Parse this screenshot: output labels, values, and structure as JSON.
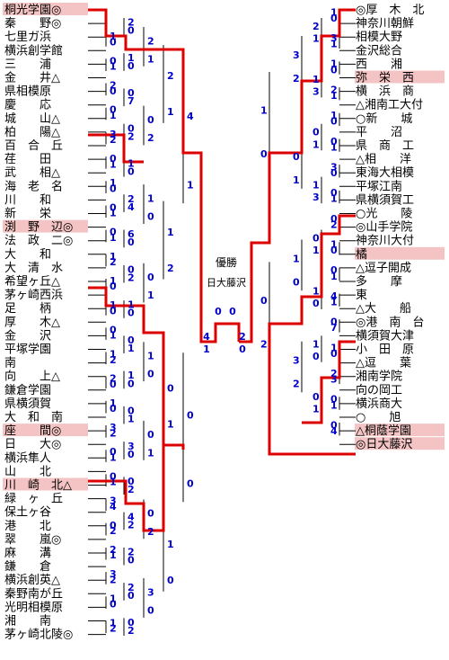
{
  "left_teams": [
    {
      "name": "桐光学園◎",
      "highlight": true
    },
    {
      "name": "秦　　野◎",
      "highlight": false
    },
    {
      "name": "七里ガ浜",
      "highlight": false
    },
    {
      "name": "横浜創学館",
      "highlight": false
    },
    {
      "name": "三　　浦",
      "highlight": false
    },
    {
      "name": "金　　井△",
      "highlight": false
    },
    {
      "name": "県相模原",
      "highlight": false
    },
    {
      "name": "慶　　応",
      "highlight": false
    },
    {
      "name": "城　　山△",
      "highlight": false
    },
    {
      "name": "柏　　陽△",
      "highlight": false
    },
    {
      "name": "百　合　丘",
      "highlight": false
    },
    {
      "name": "荏　　田",
      "highlight": false
    },
    {
      "name": "武　　相△",
      "highlight": false
    },
    {
      "name": "海　老　名",
      "highlight": false
    },
    {
      "name": "川　　和",
      "highlight": false
    },
    {
      "name": "新　　栄",
      "highlight": false
    },
    {
      "name": "渕　野　辺◎",
      "highlight": true
    },
    {
      "name": "法　政　二◎",
      "highlight": false
    },
    {
      "name": "大　　和",
      "highlight": false
    },
    {
      "name": "大　清　水",
      "highlight": false
    },
    {
      "name": "希望ヶ丘△",
      "highlight": false
    },
    {
      "name": "茅ヶ崎西浜",
      "highlight": false
    },
    {
      "name": "足　　柄",
      "highlight": false
    },
    {
      "name": "厚　　木△",
      "highlight": false
    },
    {
      "name": "金　　沢",
      "highlight": false
    },
    {
      "name": "平塚学園",
      "highlight": false
    },
    {
      "name": "南",
      "highlight": false
    },
    {
      "name": "向　　上△",
      "highlight": false
    },
    {
      "name": "鎌倉学園",
      "highlight": false
    },
    {
      "name": "県横須賀",
      "highlight": false
    },
    {
      "name": "大　和　南",
      "highlight": false
    },
    {
      "name": "座　　間◎",
      "highlight": true
    },
    {
      "name": "日　　大◎",
      "highlight": false
    },
    {
      "name": "横浜隼人",
      "highlight": false
    },
    {
      "name": "山　　北",
      "highlight": false
    },
    {
      "name": "川　崎　北△",
      "highlight": true
    },
    {
      "name": "緑　ヶ　丘",
      "highlight": false
    },
    {
      "name": "保土ヶ谷",
      "highlight": false
    },
    {
      "name": "港　　北",
      "highlight": false
    },
    {
      "name": "翠　　嵐◎",
      "highlight": false
    },
    {
      "name": "麻　　溝",
      "highlight": false
    },
    {
      "name": "鎌　　倉",
      "highlight": false
    },
    {
      "name": "横浜創英△",
      "highlight": false
    },
    {
      "name": "秦野南が丘",
      "highlight": false
    },
    {
      "name": "光明相模原",
      "highlight": false
    },
    {
      "name": "湘　　南",
      "highlight": false
    },
    {
      "name": "茅ヶ崎北陵◎",
      "highlight": false
    }
  ],
  "right_teams": [
    {
      "name": "◎厚　木　北",
      "highlight": false
    },
    {
      "name": "神奈川朝鮮",
      "highlight": false
    },
    {
      "name": "相模大野",
      "highlight": false
    },
    {
      "name": "金沢総合",
      "highlight": false
    },
    {
      "name": "西　　湘",
      "highlight": false
    },
    {
      "name": "弥　栄　西",
      "highlight": true
    },
    {
      "name": "横　浜　商",
      "highlight": false
    },
    {
      "name": "△湘南工大付",
      "highlight": false
    },
    {
      "name": "○新　　城",
      "highlight": false
    },
    {
      "name": "平　　沼",
      "highlight": false
    },
    {
      "name": "県　商　工",
      "highlight": false
    },
    {
      "name": "△相　　洋",
      "highlight": false
    },
    {
      "name": "東海大相模",
      "highlight": false
    },
    {
      "name": "平塚江南",
      "highlight": false
    },
    {
      "name": "県横須賀工",
      "highlight": false
    },
    {
      "name": "○光　　陵",
      "highlight": false
    },
    {
      "name": "◎山手学院",
      "highlight": false
    },
    {
      "name": "神奈川大付",
      "highlight": false
    },
    {
      "name": "橘",
      "highlight": true
    },
    {
      "name": "△逗子開成",
      "highlight": false
    },
    {
      "name": "多　　摩",
      "highlight": false
    },
    {
      "name": "東",
      "highlight": false
    },
    {
      "name": "△大　　船",
      "highlight": false
    },
    {
      "name": "◎港　南　台",
      "highlight": false
    },
    {
      "name": "横須賀大津",
      "highlight": false
    },
    {
      "name": "小　田　原",
      "highlight": false
    },
    {
      "name": "△逗　　葉",
      "highlight": false
    },
    {
      "name": "湘南学院",
      "highlight": false
    },
    {
      "name": "向の岡工",
      "highlight": false
    },
    {
      "name": "横浜商大",
      "highlight": false
    },
    {
      "name": "○　　旭",
      "highlight": false
    },
    {
      "name": "△桐蔭学園",
      "highlight": true
    },
    {
      "name": "◎日大藤沢",
      "highlight": true
    }
  ],
  "left_r1_scores": [
    [
      "",
      ""
    ],
    [
      "1",
      "0"
    ],
    [
      "0",
      "1"
    ],
    [
      "2",
      "0"
    ],
    [
      "0",
      "1"
    ],
    [
      "3",
      "2"
    ],
    [
      "0",
      "1"
    ],
    [
      "1",
      "0"
    ],
    [
      "0",
      "1"
    ],
    [
      "0",
      "1"
    ],
    [
      "1",
      "2"
    ],
    [
      "1",
      "0"
    ],
    [
      "1",
      "0"
    ],
    [
      "0",
      "1"
    ],
    [
      "1",
      "2"
    ],
    [
      "2",
      "0"
    ],
    [
      "1",
      "0"
    ],
    [
      "3",
      "2"
    ],
    [
      "0",
      "1"
    ],
    [
      "0",
      "1"
    ],
    [
      "3",
      "4"
    ],
    [
      "0",
      "2"
    ],
    [
      "2",
      "1"
    ],
    [
      "3",
      "2"
    ],
    [
      "1",
      "0"
    ],
    [
      "1",
      "2"
    ]
  ],
  "left_r2_scores": [
    [
      "2",
      "0"
    ],
    [
      "1",
      "0"
    ],
    [
      "0",
      "7"
    ],
    [
      "0",
      "2"
    ],
    [
      "1",
      "0"
    ],
    [
      "2",
      "4"
    ],
    [
      "6",
      "0"
    ],
    [
      "0",
      "2"
    ],
    [
      "1",
      "0"
    ],
    [
      "0",
      "1"
    ],
    [
      "1",
      "0"
    ],
    [
      "0",
      "1"
    ],
    [
      "3",
      "0"
    ],
    [
      "0",
      "2"
    ],
    [
      "4",
      "2"
    ],
    [
      "2",
      "0"
    ],
    [
      "2",
      "0"
    ],
    [
      "0",
      "2"
    ]
  ],
  "left_r3_scores": [
    [
      "2",
      "1"
    ],
    [
      "0",
      "2"
    ],
    [
      "1",
      "0"
    ],
    [
      "0",
      "1"
    ],
    [
      "1",
      "0"
    ],
    [
      "0",
      "1"
    ],
    [
      "0",
      "2"
    ],
    [
      "3",
      "0"
    ]
  ],
  "left_r4_scores": [
    [
      "2",
      "1"
    ],
    [
      "1",
      "2"
    ],
    [
      "0",
      "1"
    ],
    [
      "1",
      "0"
    ]
  ],
  "left_r5_scores": [
    [
      "4",
      "1"
    ],
    [
      "0",
      "0"
    ]
  ],
  "right_r1_scores": [
    [
      "1",
      "0"
    ],
    [
      "3",
      "1"
    ],
    [
      "1",
      "0"
    ],
    [
      "2",
      "1"
    ],
    [
      "1",
      "0"
    ],
    [
      "0",
      "1"
    ],
    [
      "3",
      "0"
    ],
    [
      "0",
      "1"
    ],
    [
      "0",
      "2"
    ],
    [
      "1",
      "0"
    ],
    [
      "0",
      "1"
    ],
    [
      "4",
      "1"
    ],
    [
      "0",
      "7"
    ],
    [
      "1",
      "0"
    ],
    [
      "2",
      "3"
    ],
    [
      "0",
      "1"
    ],
    [
      "0",
      "4"
    ]
  ],
  "right_r2_scores": [
    [
      "2",
      "1"
    ],
    [
      "1",
      "3"
    ],
    [
      "0",
      "1"
    ],
    [
      "1",
      "3"
    ],
    [
      "0",
      "1"
    ],
    [
      "1",
      "0"
    ],
    [
      "1",
      "0"
    ],
    [
      "0",
      "1"
    ]
  ],
  "right_r3_scores": [
    [
      "3",
      "2"
    ],
    [
      "0",
      "1"
    ],
    [
      "1",
      "0"
    ],
    [
      "3",
      "2"
    ]
  ],
  "right_r4_scores": [
    [
      "1",
      "0"
    ],
    [
      "0",
      "2"
    ]
  ],
  "final": {
    "label": "優勝",
    "champion": "日大藤沢",
    "left_score": "0",
    "right_score": "0"
  },
  "left_semi": {
    "score_top": "4",
    "score_bottom": "1"
  },
  "right_semi": {
    "score_top": "2",
    "score_bottom": "0"
  },
  "colors": {
    "winner_line": "#dd0000",
    "score_text": "#0000cc",
    "highlight_bg": "#f4c4c4",
    "bracket_line": "#000000"
  }
}
